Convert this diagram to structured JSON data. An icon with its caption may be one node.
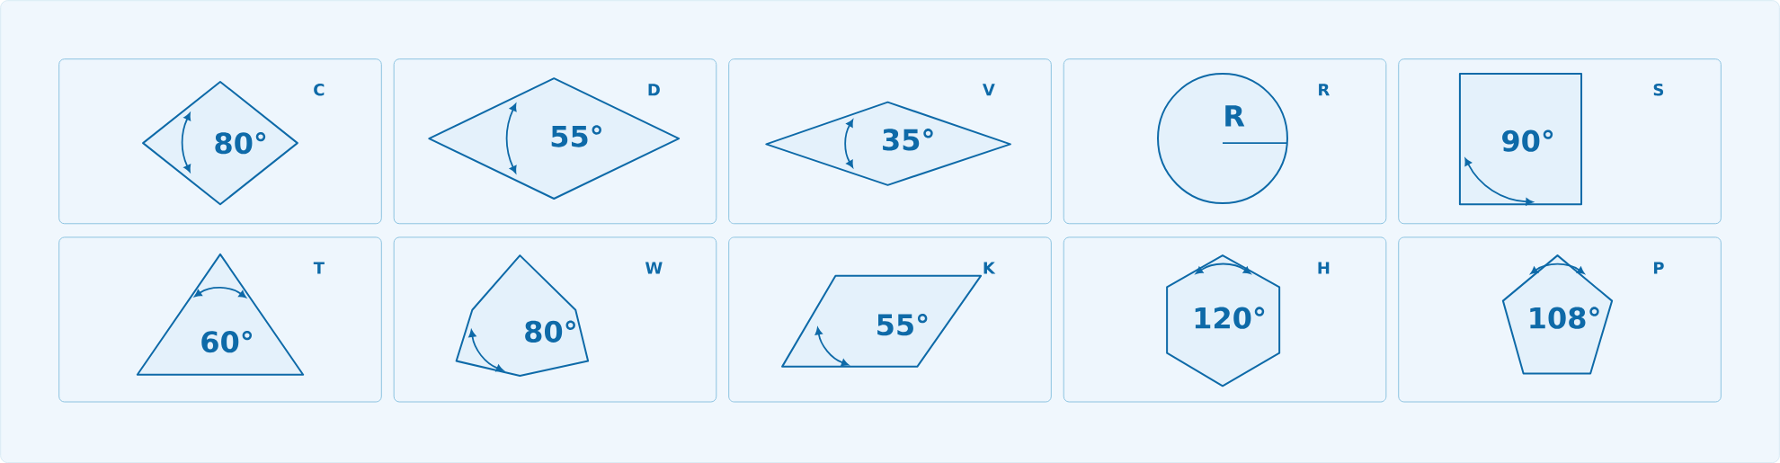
{
  "diagram": {
    "nodes": [
      {
        "text": [
          "C"
        ]
      },
      {
        "text": [
          "80°"
        ],
        "in": 0
      },
      {
        "text": [
          "D"
        ]
      },
      {
        "text": [
          "55°"
        ],
        "in": 2
      },
      {
        "text": [
          "V"
        ]
      },
      {
        "text": [
          "35°"
        ],
        "in": 4
      },
      {
        "text": [
          "R"
        ]
      },
      {
        "text": [
          "R"
        ],
        "in": 6
      },
      {
        "text": [
          "S"
        ]
      },
      {
        "text": [
          "90°"
        ],
        "in": 8
      },
      {
        "text": [
          "T"
        ]
      },
      {
        "text": [
          "60°"
        ],
        "in": 10
      },
      {
        "text": [
          "W"
        ]
      },
      {
        "text": [
          "80°"
        ],
        "in": 12
      },
      {
        "text": [
          "K"
        ]
      },
      {
        "text": [
          "55°"
        ],
        "in": 14
      },
      {
        "text": [
          "H"
        ]
      },
      {
        "text": [
          "120°"
        ],
        "in": 16
      },
      {
        "text": [
          "P"
        ]
      },
      {
        "text": [
          "108°"
        ],
        "in": 18
      }
    ]
  }
}
